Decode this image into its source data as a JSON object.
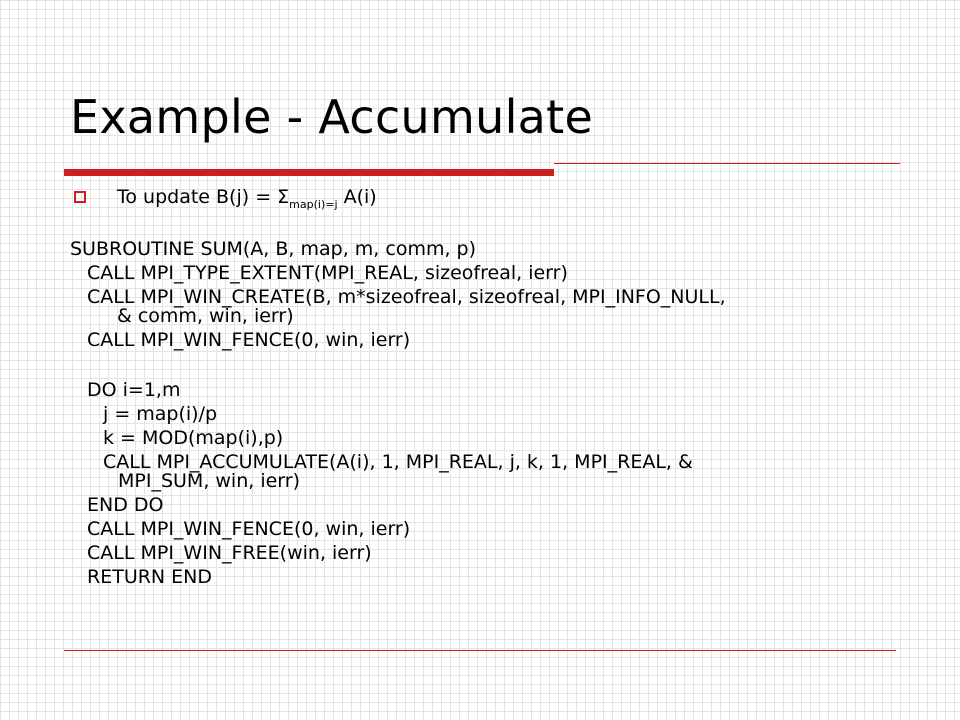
{
  "slide": {
    "title": "Example - Accumulate",
    "bullet": {
      "prefix": "To update B(j) = Σ",
      "subscript": "map(i)=j",
      "suffix": " A(i)"
    },
    "code": {
      "l1": "SUBROUTINE SUM(A, B, map, m, comm, p)",
      "l2": "CALL MPI_TYPE_EXTENT(MPI_REAL, sizeofreal, ierr)",
      "l3": "CALL MPI_WIN_CREATE(B, m*sizeofreal, sizeofreal, MPI_INFO_NULL,",
      "l4": "& comm, win, ierr)",
      "l5": "CALL MPI_WIN_FENCE(0, win, ierr)",
      "l6": "DO i=1,m",
      "l7": "j = map(i)/p",
      "l8": "k = MOD(map(i),p)",
      "l9": "CALL MPI_ACCUMULATE(A(i), 1, MPI_REAL, j, k, 1, MPI_REAL, &",
      "l10": "MPI_SUM, win, ierr)",
      "l11": "END DO",
      "l12": "CALL MPI_WIN_FENCE(0, win, ierr)",
      "l13": "CALL MPI_WIN_FREE(win, ierr)",
      "l14": "RETURN END"
    }
  },
  "colors": {
    "accent": "#cc1f1f",
    "grid": "#e4e4e4",
    "text": "#000000"
  }
}
